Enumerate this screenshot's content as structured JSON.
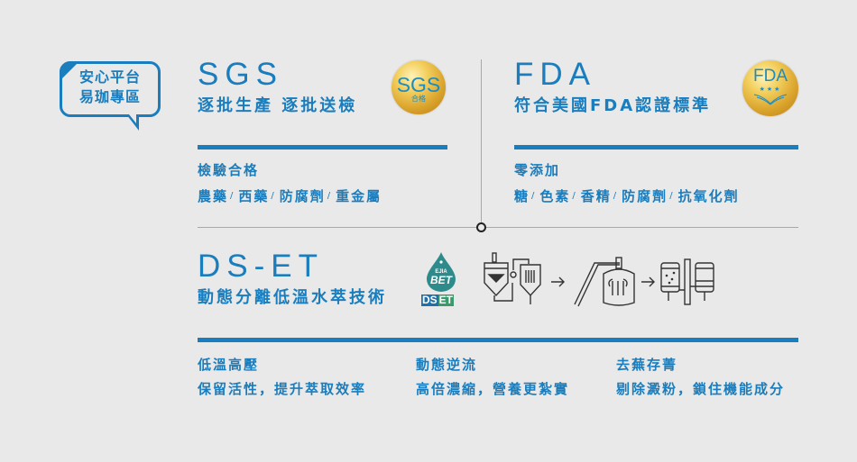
{
  "bubble": {
    "line1": "安心平台",
    "line2": "易珈專區"
  },
  "sgs": {
    "title": "SGS",
    "subtitle": "逐批生產  逐批送檢",
    "badge": {
      "text": "SGS",
      "sub": "合格",
      "color": "#d9a22a"
    },
    "head": "檢驗合格",
    "items": [
      "農藥",
      "西藥",
      "防腐劑",
      "重金屬"
    ]
  },
  "fda": {
    "title": "FDA",
    "subtitle": "符合美國FDA認證標準",
    "badge": {
      "text": "FDA",
      "sub": "★★★",
      "color": "#d9a22a"
    },
    "head": "零添加",
    "items": [
      "糖",
      "色素",
      "香精",
      "防腐劑",
      "抗氧化劑"
    ]
  },
  "separator": "/",
  "dset": {
    "title": "DS-ET",
    "subtitle": "動態分離低溫水萃技術",
    "logo": {
      "top": "EJIA",
      "main": "BET",
      "ds": "DS",
      "et": "ET"
    },
    "process_icons": [
      "extraction-tank-icon",
      "arrow-right-icon",
      "concentrator-icon",
      "arrow-right-icon",
      "filter-columns-icon"
    ],
    "columns": [
      {
        "head": "低溫高壓",
        "body": "保留活性，提升萃取效率"
      },
      {
        "head": "動態逆流",
        "body": "高倍濃縮，營養更紮實"
      },
      {
        "head": "去蕪存菁",
        "body": "剔除澱粉，鎖住機能成分"
      }
    ]
  },
  "colors": {
    "brand_blue": "#1a7dbd",
    "background": "#e9e9e9",
    "divider": "#a8a8a8",
    "gold": "#d9a22a",
    "drop_teal": "#2e8b8b"
  }
}
